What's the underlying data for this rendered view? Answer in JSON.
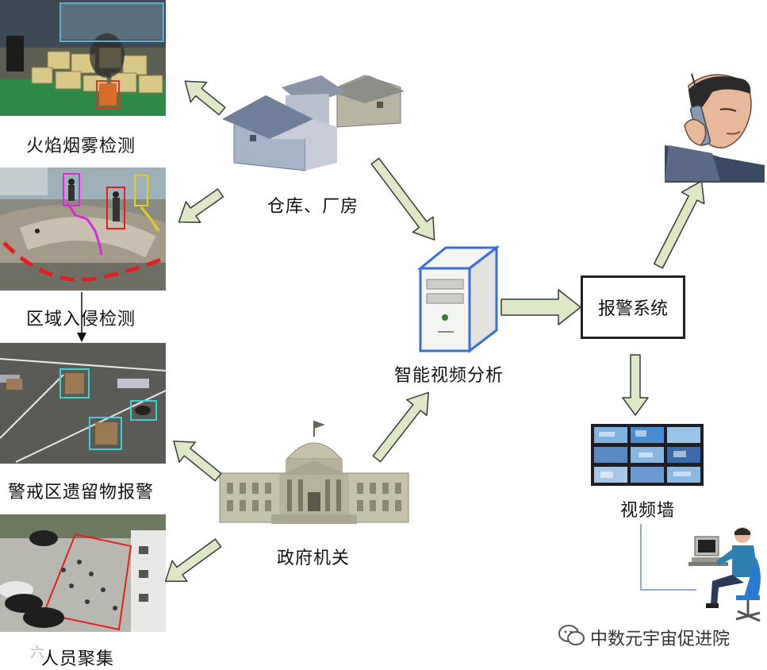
{
  "labels": {
    "fire": "火焰烟雾检测",
    "intrusion": "区域入侵检测",
    "left_object": "警戒区遗留物报警",
    "crowd": "人员聚集",
    "warehouse": "仓库、厂房",
    "analysis": "智能视频分析",
    "alarm": "报警系统",
    "video_wall": "视频墙",
    "government": "政府机关"
  },
  "watermark": {
    "account": "中数元宇宙促进院",
    "stamp": "六"
  },
  "colors": {
    "arrow_fill": "#dfe8c6",
    "arrow_stroke": "#3a3a3a",
    "server_outline": "#3b6fd0"
  }
}
